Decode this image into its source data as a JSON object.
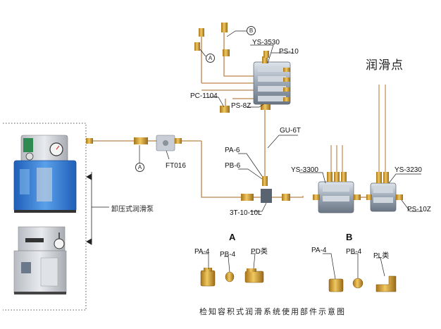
{
  "heading": "润滑点",
  "caption": "检知容积式润滑系统使用部件示意图",
  "pump_label": "卸压式润滑泵",
  "labels": {
    "b_marker": "B",
    "a_marker_top": "A",
    "a_marker_left": "A",
    "ys3530": "YS-3530",
    "ps10": "PS-10",
    "pc1104": "PC-1104",
    "ps8z": "PS-8Z",
    "gu6t": "GU-6T",
    "pa6": "PA-6",
    "pb6": "PB-6",
    "ft016": "FT016",
    "t31010l": "3T-10-10L",
    "ys3300": "YS-3300",
    "ys3230": "YS-3230",
    "ps10z": "PS-10Z"
  },
  "group_a": {
    "title": "A",
    "pa4": "PA-4",
    "pb4": "PB-4",
    "pd": "PD类"
  },
  "group_b": {
    "title": "B",
    "pa4": "PA-4",
    "pb4": "PB-4",
    "pl": "PL类"
  },
  "colors": {
    "pipe": "#c89a6a",
    "brass": "#d9a83e",
    "metal": "#9aa6b4",
    "tank": "#3a7fd0",
    "line": "#222222"
  }
}
